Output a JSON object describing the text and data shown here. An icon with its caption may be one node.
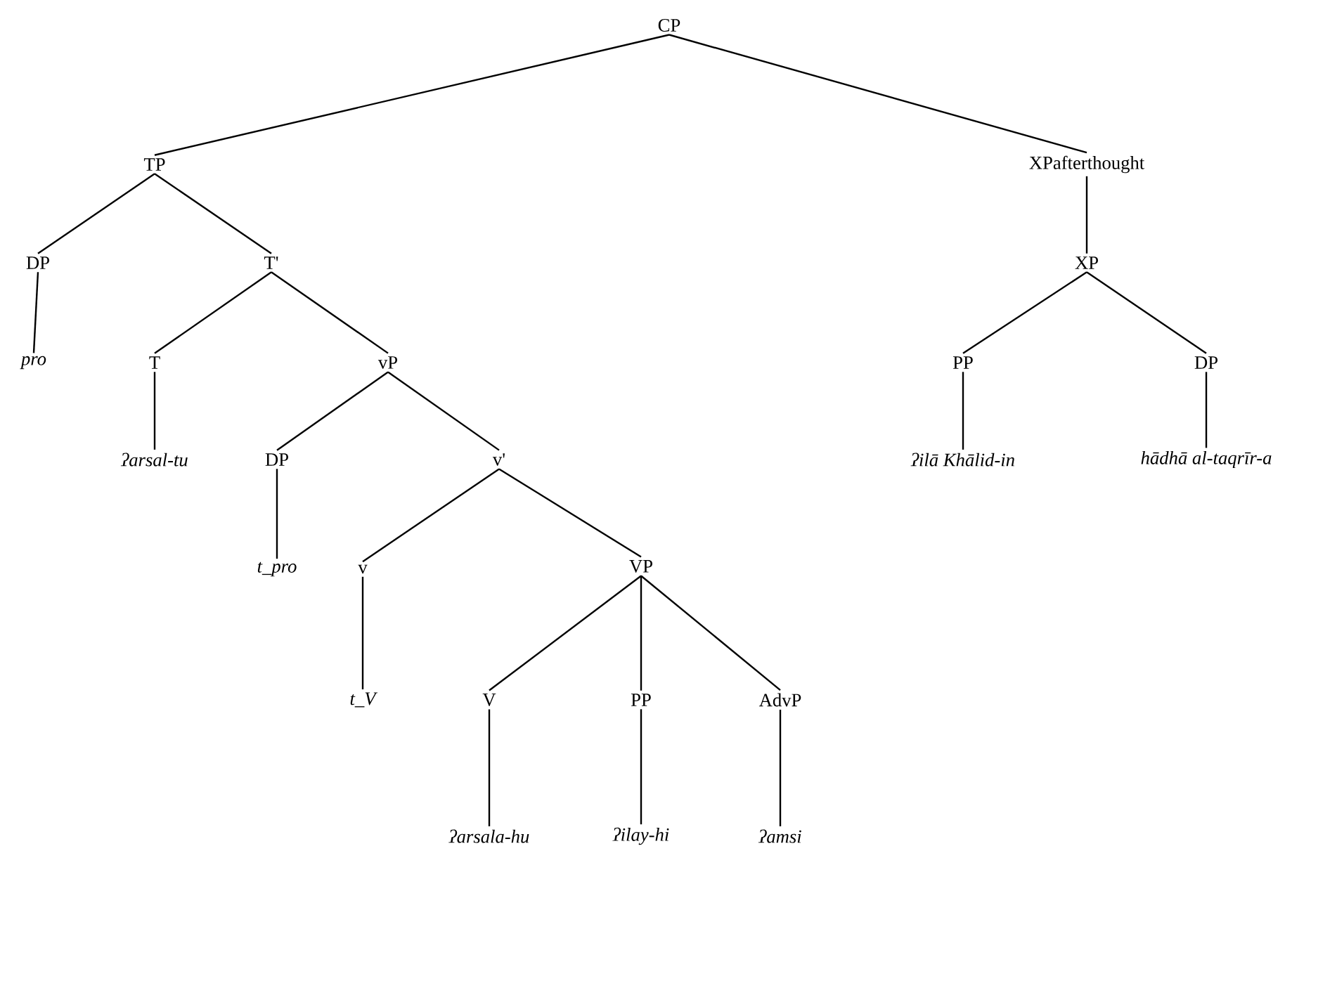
{
  "diagram": {
    "nodes": [
      {
        "text": [
          "CP"
        ]
      },
      {
        "text": [
          "TP"
        ]
      },
      {
        "text": [
          "XPafterthought"
        ]
      },
      {
        "text": [
          "DP"
        ]
      },
      {
        "text": [
          "T'"
        ]
      },
      {
        "text": [
          "pro"
        ]
      },
      {
        "text": [
          "T"
        ]
      },
      {
        "text": [
          "vP"
        ]
      },
      {
        "text": [
          "XP"
        ]
      },
      {
        "text": [
          "PP"
        ]
      },
      {
        "text": [
          "DP"
        ]
      },
      {
        "text": [
          "ʔarsal-tu"
        ]
      },
      {
        "text": [
          "DP"
        ]
      },
      {
        "text": [
          "v'"
        ]
      },
      {
        "text": [
          "ʔilā Khālid-in"
        ]
      },
      {
        "text": [
          "hādhā al-taqrīr-a"
        ]
      },
      {
        "text": [
          "t_pro"
        ]
      },
      {
        "text": [
          "v"
        ]
      },
      {
        "text": [
          "VP"
        ]
      },
      {
        "text": [
          "t_V"
        ]
      },
      {
        "text": [
          "V"
        ]
      },
      {
        "text": [
          "PP"
        ]
      },
      {
        "text": [
          "AdvP"
        ]
      },
      {
        "text": [
          "ʔarsala-hu"
        ]
      },
      {
        "text": [
          "ʔilay-hi"
        ]
      },
      {
        "text": [
          "ʔamsi"
        ]
      }
    ],
    "edges": [
      {
        "from": 0,
        "to": 1,
        "arrow": "none"
      },
      {
        "from": 0,
        "to": 2,
        "arrow": "none"
      },
      {
        "from": 1,
        "to": 3,
        "arrow": "none"
      },
      {
        "from": 1,
        "to": 4,
        "arrow": "none"
      },
      {
        "from": 3,
        "to": 5,
        "arrow": "none"
      },
      {
        "from": 4,
        "to": 6,
        "arrow": "none"
      },
      {
        "from": 4,
        "to": 7,
        "arrow": "none"
      },
      {
        "from": 2,
        "to": 8,
        "arrow": "none"
      },
      {
        "from": 8,
        "to": 9,
        "arrow": "none"
      },
      {
        "from": 8,
        "to": 10,
        "arrow": "none"
      },
      {
        "from": 6,
        "to": 11,
        "arrow": "none"
      },
      {
        "from": 7,
        "to": 12,
        "arrow": "none"
      },
      {
        "from": 7,
        "to": 13,
        "arrow": "none"
      },
      {
        "from": 9,
        "to": 14,
        "arrow": "none"
      },
      {
        "from": 10,
        "to": 15,
        "arrow": "none"
      },
      {
        "from": 12,
        "to": 16,
        "arrow": "none"
      },
      {
        "from": 13,
        "to": 17,
        "arrow": "none"
      },
      {
        "from": 13,
        "to": 18,
        "arrow": "none"
      },
      {
        "from": 17,
        "to": 19,
        "arrow": "none"
      },
      {
        "from": 18,
        "to": 20,
        "arrow": "none"
      },
      {
        "from": 18,
        "to": 21,
        "arrow": "none"
      },
      {
        "from": 18,
        "to": 22,
        "arrow": "none"
      },
      {
        "from": 20,
        "to": 23,
        "arrow": "none"
      },
      {
        "from": 21,
        "to": 24,
        "arrow": "none"
      },
      {
        "from": 22,
        "to": 25,
        "arrow": "none"
      }
    ]
  }
}
